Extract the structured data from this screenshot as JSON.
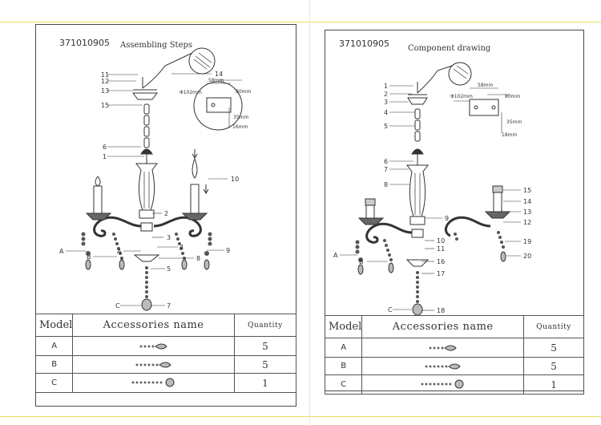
{
  "left_sheet": {
    "code": "371010905",
    "title": "Assembling Steps",
    "callouts": {
      "c11": "11",
      "c12": "12",
      "c13": "13",
      "c14": "14",
      "c15": "15",
      "c6": "6",
      "c1": "1",
      "c10": "10",
      "c2": "2",
      "c3": "3",
      "c4": "4",
      "c9": "9",
      "c8": "8",
      "c5": "5",
      "c7": "7",
      "cA1": "A",
      "cB": "B",
      "cA2": "A",
      "cC": "C"
    },
    "dims": {
      "d58": "58mm",
      "d80": "80mm",
      "d102": "Φ102mm",
      "d16": "16mm",
      "d35": "35mm"
    },
    "table": {
      "header": {
        "model": "Model",
        "name": "Accessories name",
        "qty": "Quantity"
      },
      "rows": [
        {
          "label": "A",
          "qty": "5"
        },
        {
          "label": "B",
          "qty": "5"
        },
        {
          "label": "C",
          "qty": "1"
        }
      ]
    }
  },
  "right_sheet": {
    "code": "371010905",
    "title": "Component  drawing",
    "callouts": {
      "c1": "1",
      "c2": "2",
      "c3": "3",
      "c4": "4",
      "c5": "5",
      "c6": "6",
      "c7": "7",
      "c8": "8",
      "c9": "9",
      "c10": "10",
      "c11": "11",
      "c16": "16",
      "c17": "17",
      "c18": "18",
      "c15": "15",
      "c14": "14",
      "c13": "13",
      "c12": "12",
      "c19": "19",
      "c20": "20",
      "cA": "A",
      "cB": "B",
      "cC": "C"
    },
    "dims": {
      "d58": "58mm",
      "d80": "80mm",
      "d102": "Φ102mm",
      "d18": "18mm",
      "d35": "35mm"
    },
    "table": {
      "header": {
        "model": "Model",
        "name": "Accessories name",
        "qty": "Quantity"
      },
      "rows": [
        {
          "label": "A",
          "qty": "5"
        },
        {
          "label": "B",
          "qty": "5"
        },
        {
          "label": "C",
          "qty": "1"
        }
      ]
    }
  }
}
